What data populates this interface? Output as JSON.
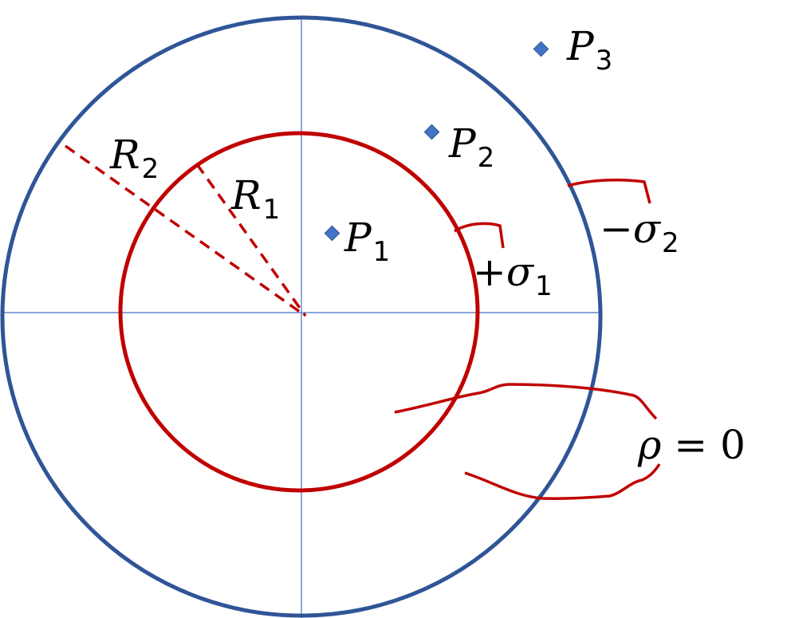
{
  "colors": {
    "outer_circle": "#2f5597",
    "inner_circle": "#c00000",
    "axes": "#4472c4",
    "points": "#4472c4",
    "background": "#ffffff"
  },
  "labels": {
    "r2": {
      "main": "R",
      "sub": "2"
    },
    "r1": {
      "main": "R",
      "sub": "1"
    },
    "p1": {
      "main": "P",
      "sub": "1"
    },
    "p2": {
      "main": "P",
      "sub": "2"
    },
    "p3": {
      "main": "P",
      "sub": "3"
    },
    "sigma1": {
      "sign": "+",
      "main": "σ",
      "sub": "1"
    },
    "sigma2": {
      "sign": "−",
      "main": "σ",
      "sub": "2"
    },
    "rho": {
      "main": "ρ",
      "rest": " = 0"
    }
  }
}
